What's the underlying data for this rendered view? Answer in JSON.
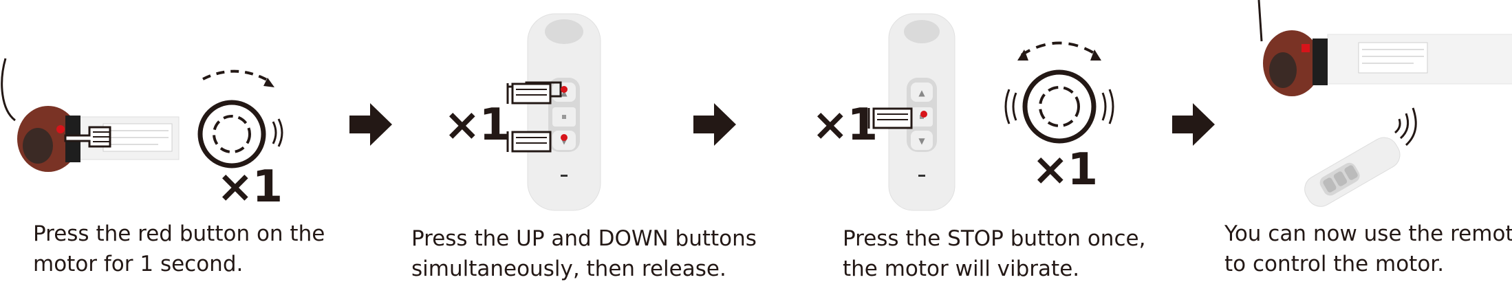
{
  "steps": [
    {
      "caption_line1": "Press the red button on the",
      "caption_line2": "motor for 1 second.",
      "multiplier": "×1"
    },
    {
      "caption_line1": "Press the UP and DOWN buttons",
      "caption_line2": "simultaneously, then release.",
      "multiplier": "×1"
    },
    {
      "caption_line1": "Press the STOP button once,",
      "caption_line2": "the motor will vibrate.",
      "multiplier": "×1",
      "multiplier2": "×1"
    },
    {
      "caption_line1": "You can now use the remote",
      "caption_line2": "to control the motor."
    }
  ],
  "colors": {
    "ink": "#231815",
    "red_button": "#d7141a",
    "motor_head": "#8a3a2a",
    "remote_body": "#eeeeee"
  },
  "icons": [
    "motor-icon",
    "pointing-hand-icon",
    "rotation-knob-icon",
    "remote-control-icon",
    "next-arrow-icon",
    "wireless-signal-icon"
  ]
}
